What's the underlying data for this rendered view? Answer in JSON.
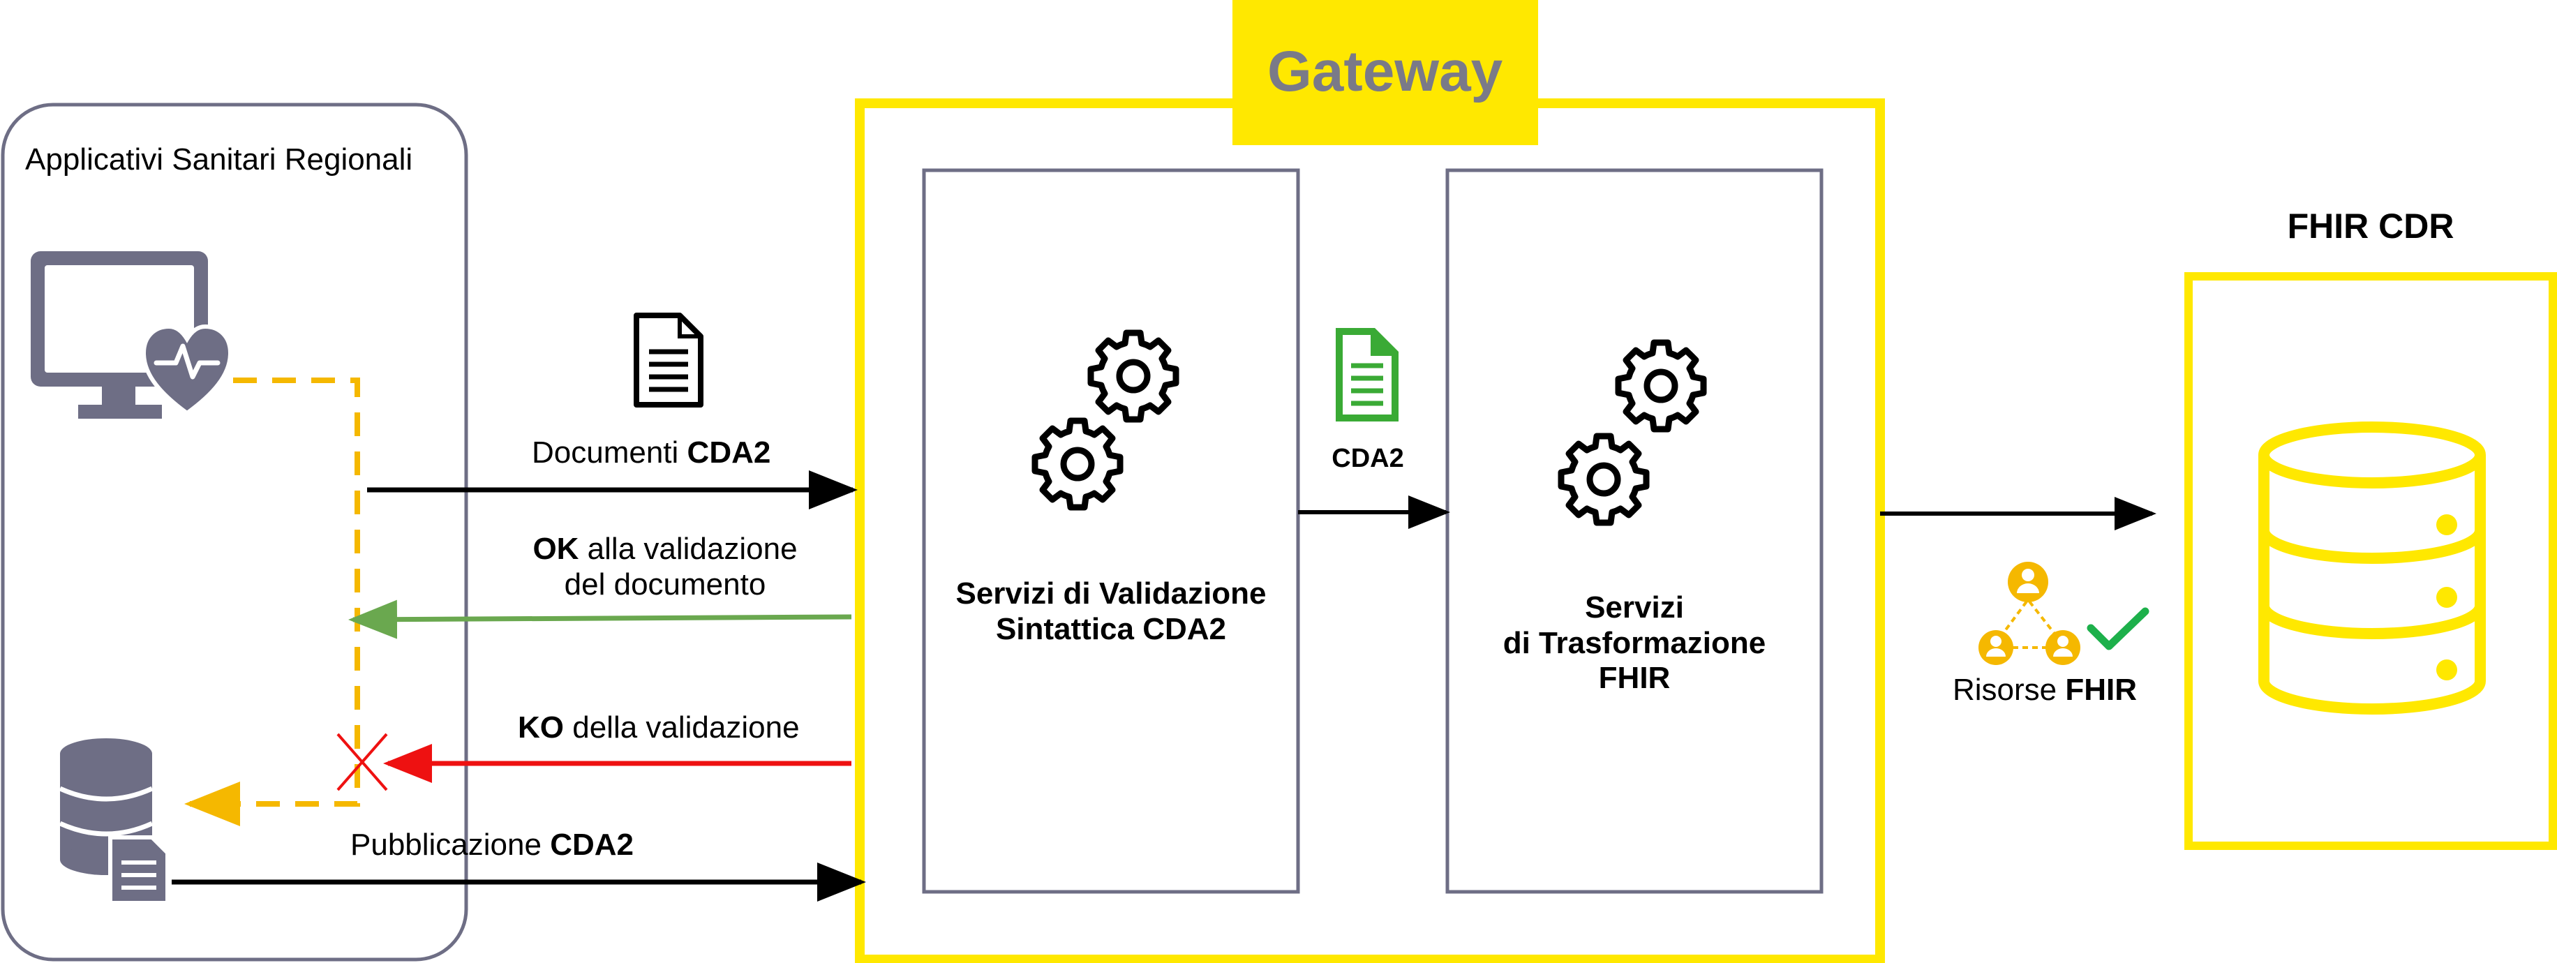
{
  "left_panel": {
    "title": "Applicativi Sanitari Regionali"
  },
  "gateway": {
    "title": "Gateway"
  },
  "validation_service": {
    "line1": "Servizi di Validazione",
    "line2": "Sintattica CDA2"
  },
  "transformation_service": {
    "line1": "Servizi",
    "line2": "di Trasformazione",
    "line3": "FHIR"
  },
  "cdr": {
    "title": "FHIR CDR"
  },
  "flows": {
    "documents": {
      "prefix": "Documenti ",
      "bold": "CDA2"
    },
    "ok": {
      "bold": "OK",
      "rest": " alla validazione",
      "line2": "del documento"
    },
    "ko": {
      "bold": "KO",
      "rest": " della validazione"
    },
    "publication": {
      "prefix": "Pubblicazione ",
      "bold": "CDA2"
    },
    "cda2_internal": {
      "label": "CDA2"
    },
    "fhir_resources": {
      "prefix": "Risorse ",
      "bold": "FHIR"
    }
  },
  "icons": [
    "monitor-heart-icon",
    "database-document-icon",
    "document-icon",
    "green-document-icon",
    "gears-icon",
    "users-network-icon",
    "check-icon",
    "database-icon",
    "reject-x-icon"
  ],
  "colors": {
    "gateway_yellow": "#FFE800",
    "panel_gray": "#6e6e85",
    "title_gray": "#7a7a88",
    "ok_green": "#6aa84f",
    "ko_red": "#ee1111",
    "dashed_orange": "#f5b800",
    "doc_green": "#3aaa35",
    "check_green": "#1db04b"
  }
}
